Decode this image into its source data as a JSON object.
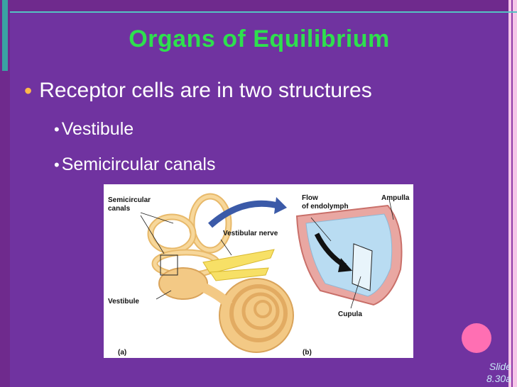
{
  "slide": {
    "title": "Organs of Equilibrium",
    "bullet_main": "Receptor cells are in two structures",
    "sub_bullets": [
      "Vestibule",
      "Semicircular canals"
    ],
    "figure": {
      "labels": {
        "semicircular_canals_line1": "Semicircular",
        "semicircular_canals_line2": "canals",
        "vestibular_nerve": "Vestibular nerve",
        "vestibule": "Vestibule",
        "flow_line1": "Flow",
        "flow_line2": "of endolymph",
        "ampulla": "Ampulla",
        "cupula": "Cupula",
        "panel_a": "(a)",
        "panel_b": "(b)"
      }
    },
    "slide_number_line1": "Slide",
    "slide_number_line2": "8.30a"
  },
  "colors": {
    "background": "#7033a0",
    "title": "#2ee04e",
    "bullet_marker": "#ffb84a",
    "text": "#ffffff",
    "accent_pink": "#ff6fb3"
  }
}
